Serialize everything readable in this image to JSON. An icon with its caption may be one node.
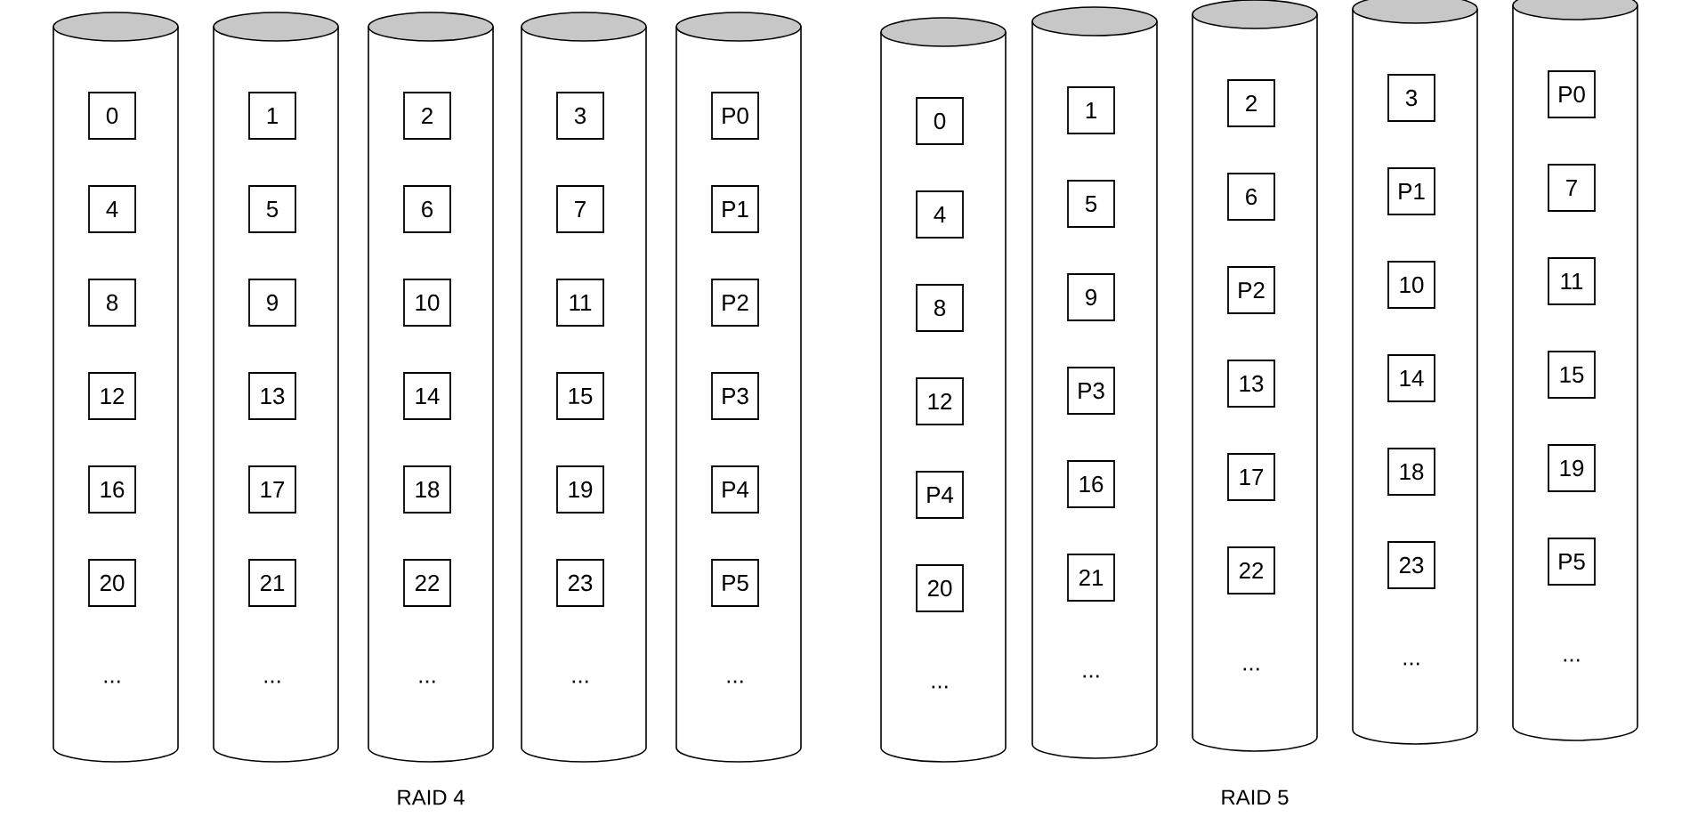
{
  "diagram": {
    "nodes": [
      {
        "text": [
          "..."
        ]
      },
      {
        "text": [
          "0"
        ],
        "in": 0
      },
      {
        "text": [
          "4"
        ],
        "in": 0
      },
      {
        "text": [
          "8"
        ],
        "in": 0
      },
      {
        "text": [
          "12"
        ],
        "in": 0
      },
      {
        "text": [
          "16"
        ],
        "in": 0
      },
      {
        "text": [
          "20"
        ],
        "in": 0
      },
      {
        "text": [
          "..."
        ]
      },
      {
        "text": [
          "1"
        ],
        "in": 7
      },
      {
        "text": [
          "5"
        ],
        "in": 7
      },
      {
        "text": [
          "9"
        ],
        "in": 7
      },
      {
        "text": [
          "13"
        ],
        "in": 7
      },
      {
        "text": [
          "17"
        ],
        "in": 7
      },
      {
        "text": [
          "21"
        ],
        "in": 7
      },
      {
        "text": [
          "..."
        ]
      },
      {
        "text": [
          "2"
        ],
        "in": 14
      },
      {
        "text": [
          "6"
        ],
        "in": 14
      },
      {
        "text": [
          "10"
        ],
        "in": 14
      },
      {
        "text": [
          "14"
        ],
        "in": 14
      },
      {
        "text": [
          "18"
        ],
        "in": 14
      },
      {
        "text": [
          "22"
        ],
        "in": 14
      },
      {
        "text": [
          "..."
        ]
      },
      {
        "text": [
          "3"
        ],
        "in": 21
      },
      {
        "text": [
          "7"
        ],
        "in": 21
      },
      {
        "text": [
          "11"
        ],
        "in": 21
      },
      {
        "text": [
          "15"
        ],
        "in": 21
      },
      {
        "text": [
          "19"
        ],
        "in": 21
      },
      {
        "text": [
          "23"
        ],
        "in": 21
      },
      {
        "text": [
          "..."
        ]
      },
      {
        "text": [
          "P0"
        ],
        "in": 28
      },
      {
        "text": [
          "P1"
        ],
        "in": 28
      },
      {
        "text": [
          "P2"
        ],
        "in": 28
      },
      {
        "text": [
          "P3"
        ],
        "in": 28
      },
      {
        "text": [
          "P4"
        ],
        "in": 28
      },
      {
        "text": [
          "P5"
        ],
        "in": 28
      },
      {
        "text": [
          "..."
        ]
      },
      {
        "text": [
          "0"
        ],
        "in": 35
      },
      {
        "text": [
          "4"
        ],
        "in": 35
      },
      {
        "text": [
          "8"
        ],
        "in": 35
      },
      {
        "text": [
          "12"
        ],
        "in": 35
      },
      {
        "text": [
          "P4"
        ],
        "in": 35
      },
      {
        "text": [
          "20"
        ],
        "in": 35
      },
      {
        "text": [
          "..."
        ]
      },
      {
        "text": [
          "1"
        ],
        "in": 42
      },
      {
        "text": [
          "5"
        ],
        "in": 42
      },
      {
        "text": [
          "9"
        ],
        "in": 42
      },
      {
        "text": [
          "P3"
        ],
        "in": 42
      },
      {
        "text": [
          "16"
        ],
        "in": 42
      },
      {
        "text": [
          "21"
        ],
        "in": 42
      },
      {
        "text": [
          "..."
        ]
      },
      {
        "text": [
          "2"
        ],
        "in": 49
      },
      {
        "text": [
          "6"
        ],
        "in": 49
      },
      {
        "text": [
          "P2"
        ],
        "in": 49
      },
      {
        "text": [
          "13"
        ],
        "in": 49
      },
      {
        "text": [
          "17"
        ],
        "in": 49
      },
      {
        "text": [
          "22"
        ],
        "in": 49
      },
      {
        "text": [
          "..."
        ]
      },
      {
        "text": [
          "3"
        ],
        "in": 56
      },
      {
        "text": [
          "P1"
        ],
        "in": 56
      },
      {
        "text": [
          "10"
        ],
        "in": 56
      },
      {
        "text": [
          "14"
        ],
        "in": 56
      },
      {
        "text": [
          "18"
        ],
        "in": 56
      },
      {
        "text": [
          "23"
        ],
        "in": 56
      },
      {
        "text": [
          "..."
        ]
      },
      {
        "text": [
          "P0"
        ],
        "in": 63
      },
      {
        "text": [
          "7"
        ],
        "in": 63
      },
      {
        "text": [
          "11"
        ],
        "in": 63
      },
      {
        "text": [
          "15"
        ],
        "in": 63
      },
      {
        "text": [
          "19"
        ],
        "in": 63
      },
      {
        "text": [
          "P5"
        ],
        "in": 63
      }
    ],
    "labels": [
      "RAID 4",
      "RAID 5"
    ]
  }
}
